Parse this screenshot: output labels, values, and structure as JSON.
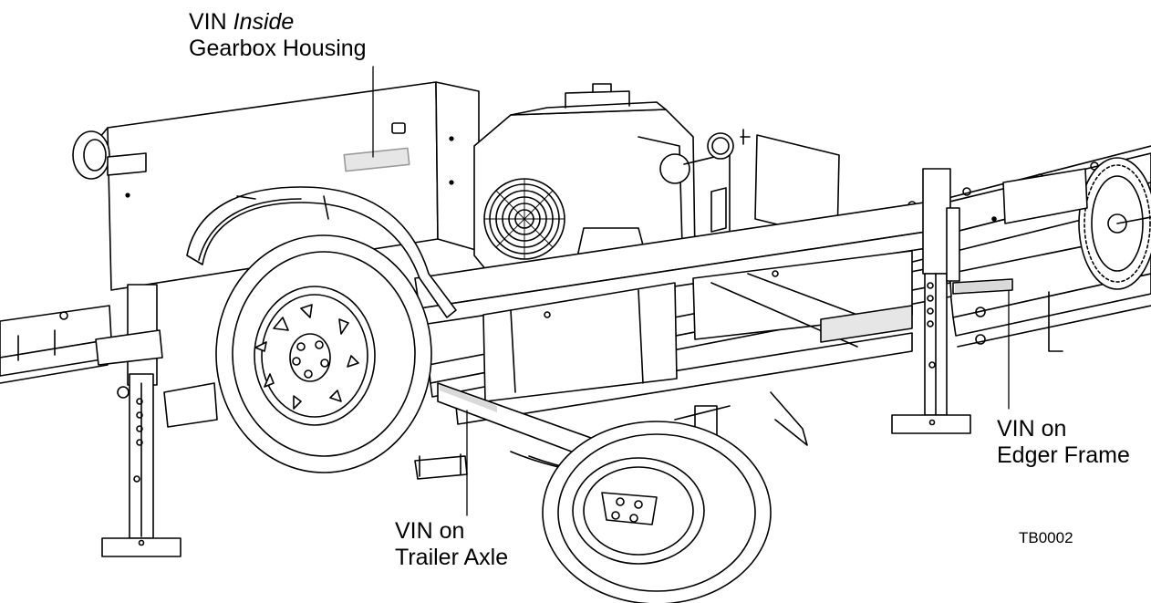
{
  "callouts": {
    "gearbox": {
      "line1_prefix": "VIN ",
      "line1_italic": "Inside",
      "line2": "Gearbox Housing"
    },
    "edger": {
      "line1": "VIN on",
      "line2": "Edger Frame"
    },
    "axle": {
      "line1": "VIN on",
      "line2": "Trailer Axle"
    }
  },
  "figure_code": "TB0002",
  "colors": {
    "line": "#000000",
    "fill": "#ffffff",
    "shade": "#e6e6e6",
    "plate": "#d9d9d9"
  }
}
